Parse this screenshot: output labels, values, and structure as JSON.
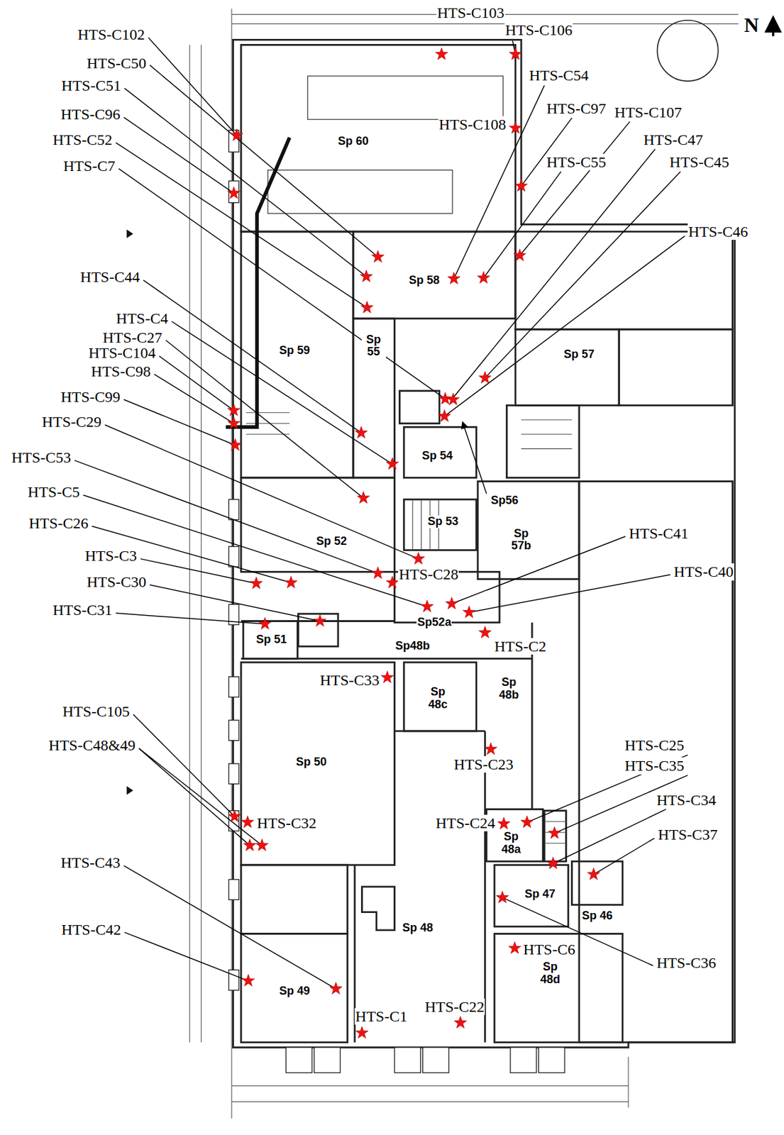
{
  "diagram": {
    "labels": [
      "N",
      "HTS-C103",
      "HTS-C106",
      "HTS-C102",
      "HTS-C50",
      "HTS-C51",
      "HTS-C96",
      "HTS-C52",
      "HTS-C7",
      "HTS-C54",
      "HTS-C97",
      "HTS-C107",
      "HTS-C108",
      "HTS-C55",
      "HTS-C47",
      "HTS-C45",
      "HTS-C46",
      "Sp 60",
      "Sp 58",
      "Sp 59",
      "Sp 57",
      "Sp 55",
      "HTS-C44",
      "HTS-C4",
      "HTS-C27",
      "HTS-C104",
      "HTS-C98",
      "HTS-C99",
      "HTS-C29",
      "Sp 54",
      "Sp56",
      "HTS-C53",
      "HTS-C5",
      "HTS-C26",
      "HTS-C3",
      "HTS-C30",
      "HTS-C31",
      "Sp 53",
      "Sp 52",
      "Sp 57b",
      "HTS-C41",
      "HTS-C40",
      "HTS-C28",
      "Sp52a",
      "HTS-C2",
      "Sp 51",
      "Sp48b",
      "HTS-C33",
      "Sp 48c",
      "Sp 48b",
      "HTS-C23",
      "Sp 50",
      "HTS-C105",
      "HTS-C48&49",
      "HTS-C32",
      "HTS-C25",
      "HTS-C35",
      "HTS-C34",
      "HTS-C24",
      "Sp 48a",
      "HTS-C37",
      "Sp 47",
      "Sp 46",
      "HTS-C36",
      "HTS-C43",
      "HTS-C42",
      "Sp 48",
      "HTS-C6",
      "Sp 48d",
      "Sp 49",
      "HTS-C22",
      "HTS-C1"
    ]
  }
}
